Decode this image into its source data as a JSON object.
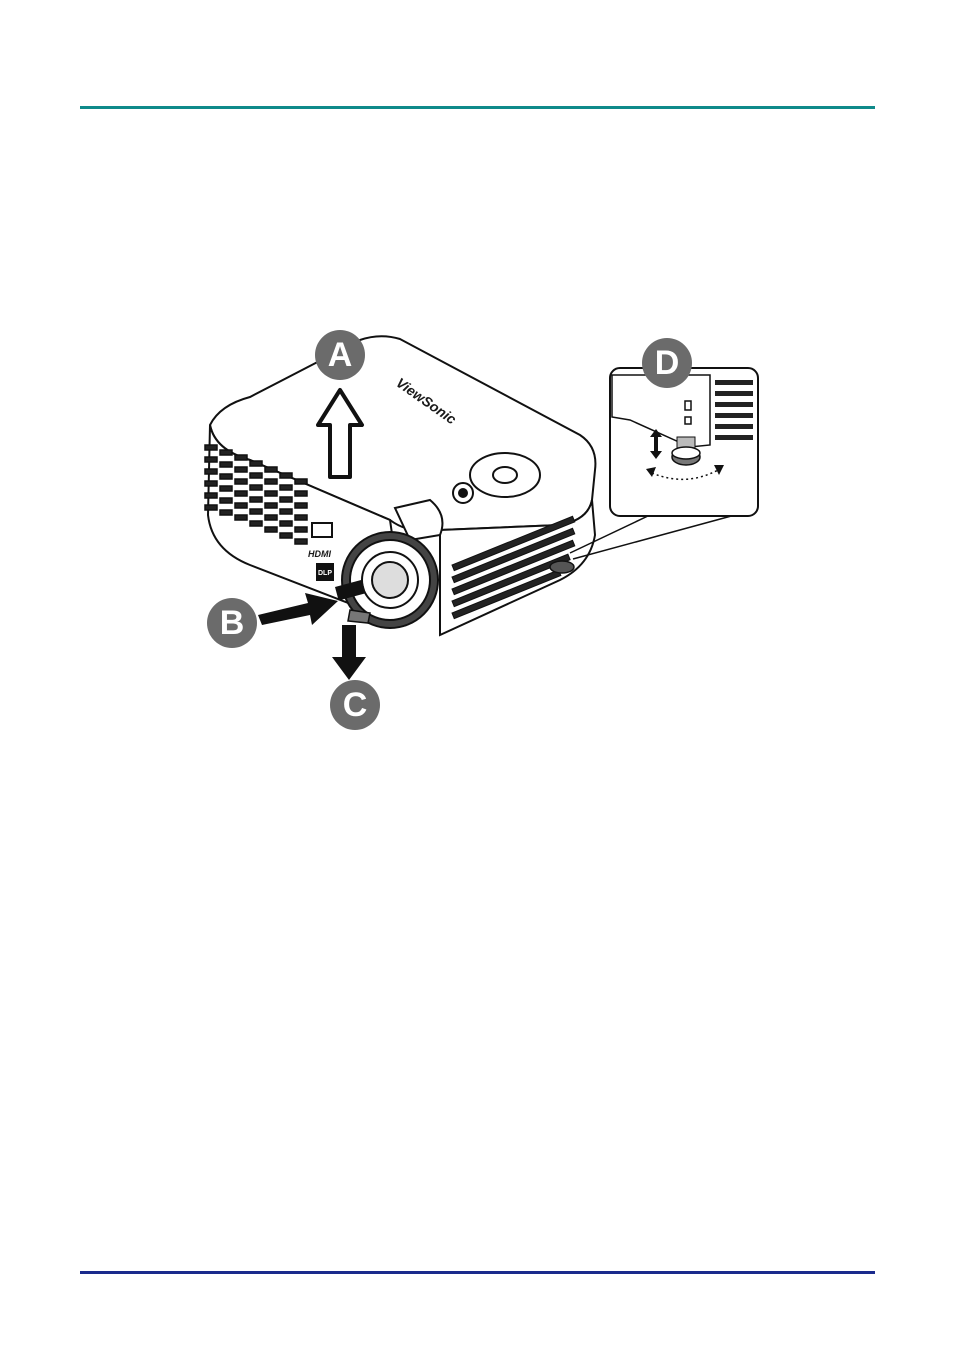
{
  "figure": {
    "callouts": {
      "a": "A",
      "b": "B",
      "c": "C",
      "d": "D"
    },
    "brand": "ViewSonic",
    "hdmi_label": "HDMI",
    "dlp_label": "DLP"
  },
  "colors": {
    "top_rule": "#0f8a8a",
    "bottom_rule": "#1a2a8c",
    "callout_fill": "#6b6b6b"
  }
}
